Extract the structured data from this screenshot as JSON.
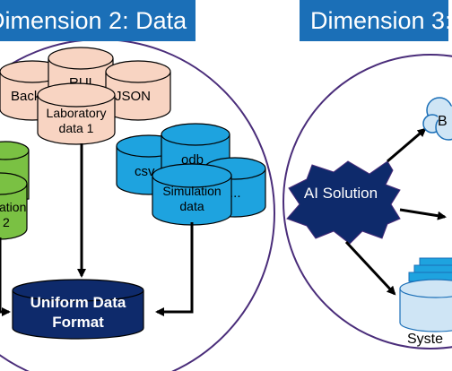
{
  "headers": {
    "data": "Dimension 2: Data",
    "third": "Dimension 3:"
  },
  "data_sources": {
    "back": "Back",
    "rul": "RUL",
    "json": "JSON",
    "lab1_line1": "Laboratory",
    "lab1_line2": "data 1",
    "csv": "csv",
    "odb": "odb",
    "dots": "...",
    "sim_line1": "Simulation",
    "sim_line2": "data",
    "green_line1": "ation",
    "green_line2": "2"
  },
  "target": {
    "line1": "Uniform Data",
    "line2": "Format"
  },
  "ai": {
    "label": "AI Solution",
    "cloud_label": "B",
    "system_label": "Syste"
  },
  "colors": {
    "header_bg": "#1b6fb7",
    "circle_stroke": "#4a2d7a",
    "peach": "#f8d4c2",
    "blue_db": "#1ea3df",
    "green_db": "#7ac143",
    "navy": "#0e2a6b",
    "light_blue_db": "#cfe5f5",
    "arrow": "#000000"
  }
}
